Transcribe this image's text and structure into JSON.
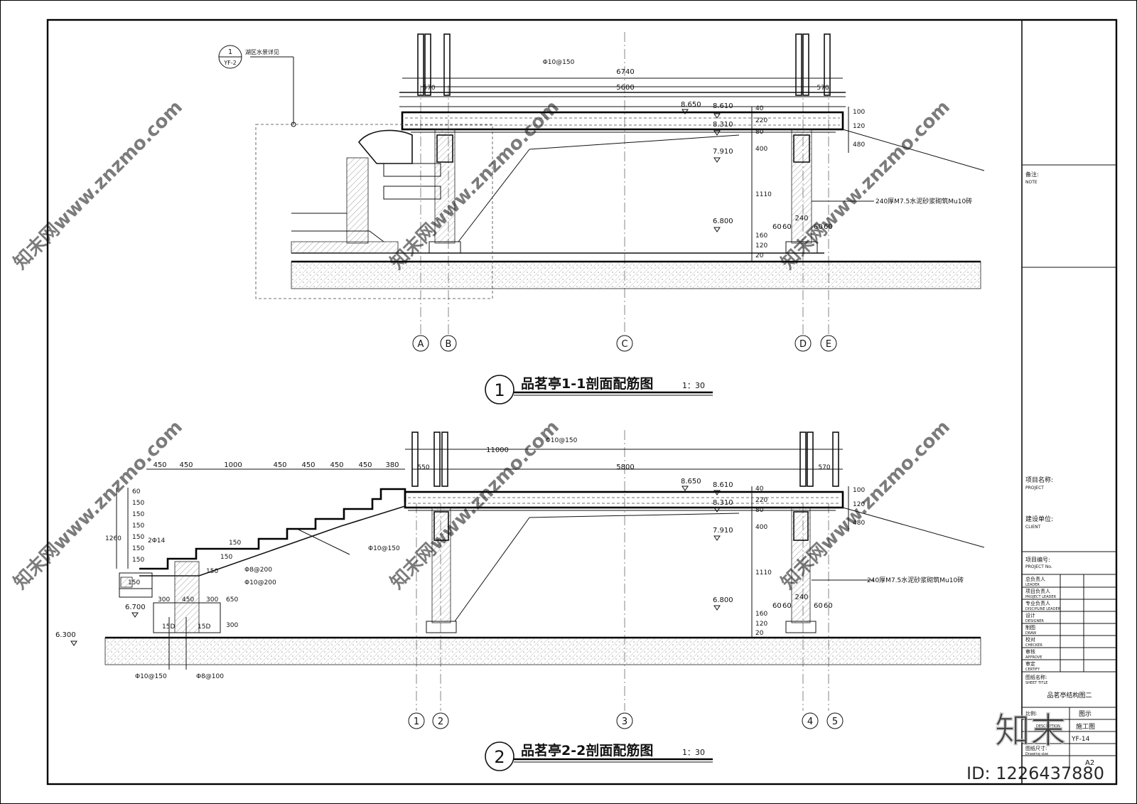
{
  "section1": {
    "title": "品茗亭1-1剖面配筋图",
    "scale": "1：30",
    "number": "1",
    "detail_ref": "湖区水景详见",
    "detail_no": "1",
    "detail_sheet": "YF-2",
    "axes": [
      "A",
      "B",
      "C",
      "D",
      "E"
    ],
    "dims_top": [
      "6740",
      "5600",
      "570",
      "570"
    ],
    "rebar": "Φ10@150",
    "elev": [
      "8.650",
      "8.610",
      "8.310",
      "7.910",
      "6.800"
    ],
    "vert_dims": [
      "100",
      "120",
      "480",
      "40",
      "220",
      "80",
      "400",
      "1110",
      "120",
      "160",
      "20"
    ],
    "col_dims": [
      "240",
      "60",
      "60",
      "60",
      "60"
    ],
    "wall_note": "240厚M7.5水泥砂浆砌筑Mu10砖"
  },
  "section2": {
    "title": "品茗亭2-2剖面配筋图",
    "scale": "1：30",
    "number": "2",
    "axes": [
      "1",
      "2",
      "3",
      "4",
      "5"
    ],
    "dims_top": [
      "11000",
      "5800",
      "570",
      "550"
    ],
    "stair_dims": [
      "450",
      "450",
      "1000",
      "450",
      "450",
      "450",
      "450",
      "380"
    ],
    "rebar_top": "Φ10@150",
    "rebar_stair": "Φ10@150",
    "rebar_a": "Φ8@200",
    "rebar_b": "Φ10@200",
    "rebar_c": "2Φ14",
    "rebar_bot1": "Φ10@150",
    "rebar_bot2": "Φ8@100",
    "elev": [
      "8.650",
      "8.610",
      "8.310",
      "7.910",
      "6.800",
      "6.700",
      "6.300"
    ],
    "left_dims": [
      "60",
      "150",
      "150",
      "150",
      "150",
      "150",
      "150",
      "1260"
    ],
    "stair_vdims": [
      "150",
      "150",
      "150",
      "650",
      "300"
    ],
    "found_dims": [
      "300",
      "450",
      "300",
      "15D",
      "15D",
      "150"
    ],
    "vert_dims": [
      "100",
      "120",
      "480",
      "40",
      "220",
      "80",
      "400",
      "1110",
      "120",
      "160",
      "20"
    ],
    "col_dims": [
      "240",
      "60",
      "60",
      "60",
      "60"
    ],
    "wall_note": "240厚M7.5水泥砂浆砌筑Mu10砖"
  },
  "title_block": {
    "note_cn": "备注:",
    "note_en": "NOTE",
    "project_cn": "项目名称:",
    "project_en": "PROJECT",
    "client_cn": "建设单位:",
    "client_en": "CLIENT",
    "project_no_cn": "项目编号:",
    "project_no_en": "PROJECT No.",
    "rows": [
      {
        "cn": "总负责人",
        "en": "LEADER"
      },
      {
        "cn": "项目负责人",
        "en": "PROJECT LEADER"
      },
      {
        "cn": "专业负责人",
        "en": "DISCIPLINE LEADER"
      },
      {
        "cn": "设计",
        "en": "DESIGNER"
      },
      {
        "cn": "制图",
        "en": "DRAW"
      },
      {
        "cn": "校对",
        "en": "CHECKER"
      },
      {
        "cn": "审核",
        "en": "APPROVE"
      },
      {
        "cn": "审定",
        "en": "CERTIFY"
      }
    ],
    "sheet_title_cn": "图纸名称:",
    "sheet_title_en": "SHEET TITLE",
    "sheet_title": "品茗亭结构图二",
    "scale_cn": "比例:",
    "scale_val": "图示",
    "desc_en": "DESCRIPTION",
    "desc_val": "施工图",
    "sheet_no_val": "YF-14",
    "size_cn": "图纸尺寸:",
    "size_en": "Drawing size",
    "size_val": "A2"
  },
  "watermark": {
    "site": "知末网www.znzmo.com",
    "logo": "知末",
    "id": "ID: 1226437880"
  }
}
